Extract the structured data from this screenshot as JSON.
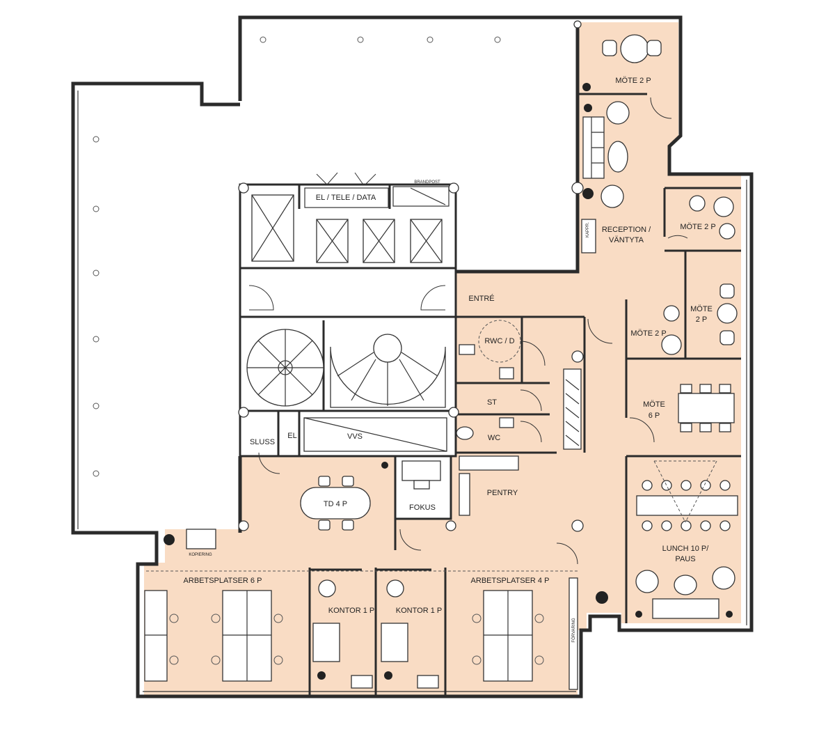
{
  "rooms": {
    "mote_a": "MÖTE 2 P",
    "reception_1": "RECEPTION /",
    "reception_2": "VÄNTYTA",
    "mote_b": "MÖTE 2 P",
    "mote_c_1": "MÖTE",
    "mote_c_2": "2 P",
    "mote_d": "MÖTE 2 P",
    "mote_6_1": "MÖTE",
    "mote_6_2": "6 P",
    "el_tele": "EL / TELE / DATA",
    "brandpost": "BRANDPOST",
    "entre": "ENTRÉ",
    "rwc": "RWC / D",
    "st": "ST",
    "wc": "WC",
    "sluss": "SLUSS",
    "el": "EL",
    "vvs": "VVS",
    "td": "TD 4 P",
    "fokus": "FOKUS",
    "pentry": "PENTRY",
    "lunch_1": "LUNCH 10 P/",
    "lunch_2": "PAUS",
    "kopiering": "KOPIERING",
    "arbetsplatser_6": "ARBETSPLATSER 6 P",
    "kontor_1": "KONTOR 1 P",
    "kontor_2": "KONTOR 1 P",
    "arbetsplatser_4": "ARBETSPLATSER 4 P",
    "forvaring": "FÖRVARING",
    "kapprum": "KAPPR."
  },
  "colors": {
    "zone": "#f9dcc4",
    "wall": "#2b2b2b",
    "background": "#ffffff"
  }
}
